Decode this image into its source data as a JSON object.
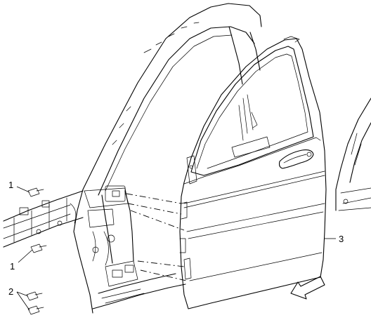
{
  "callouts": [
    {
      "id": "bolt-upper",
      "text": "1"
    },
    {
      "id": "bolt-middle",
      "text": "1"
    },
    {
      "id": "bolt-lower",
      "text": "2"
    },
    {
      "id": "front-door",
      "text": "3"
    }
  ],
  "colors": {
    "line": "#000000",
    "background": "#ffffff"
  },
  "icons": {
    "direction": "arrow-forward-outline-icon"
  }
}
